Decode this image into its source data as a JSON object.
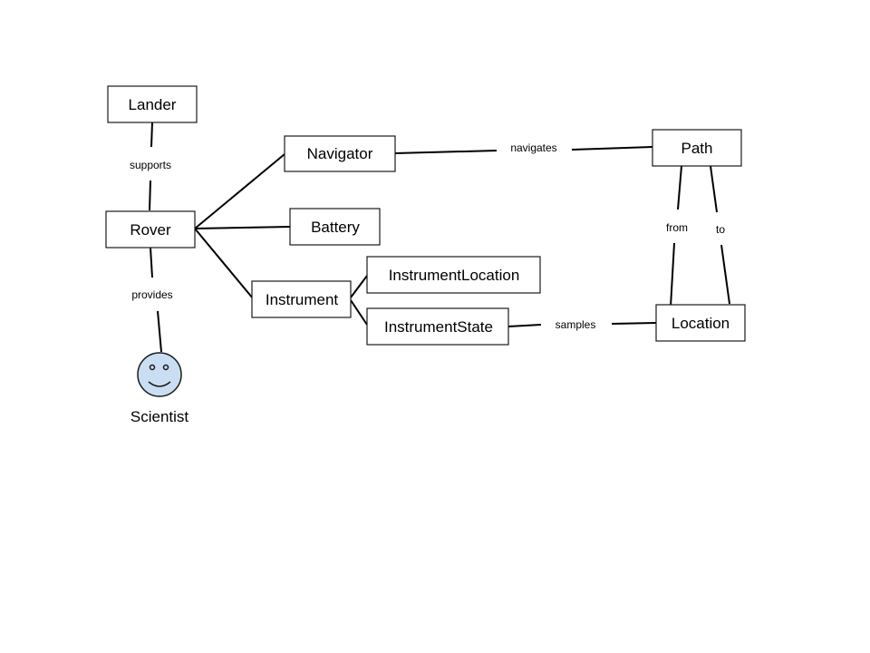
{
  "nodes": {
    "lander": "Lander",
    "rover": "Rover",
    "navigator": "Navigator",
    "battery": "Battery",
    "instrument": "Instrument",
    "instrument_location": "InstrumentLocation",
    "instrument_state": "InstrumentState",
    "path": "Path",
    "location": "Location"
  },
  "actor": {
    "label": "Scientist",
    "icon": "smiley-face-icon",
    "face_color": "#c9def2"
  },
  "edges": {
    "lander_rover": "supports",
    "rover_scientist": "provides",
    "navigator_path": "navigates",
    "path_location_from": "from",
    "path_location_to": "to",
    "instrument_state_location": "samples"
  }
}
